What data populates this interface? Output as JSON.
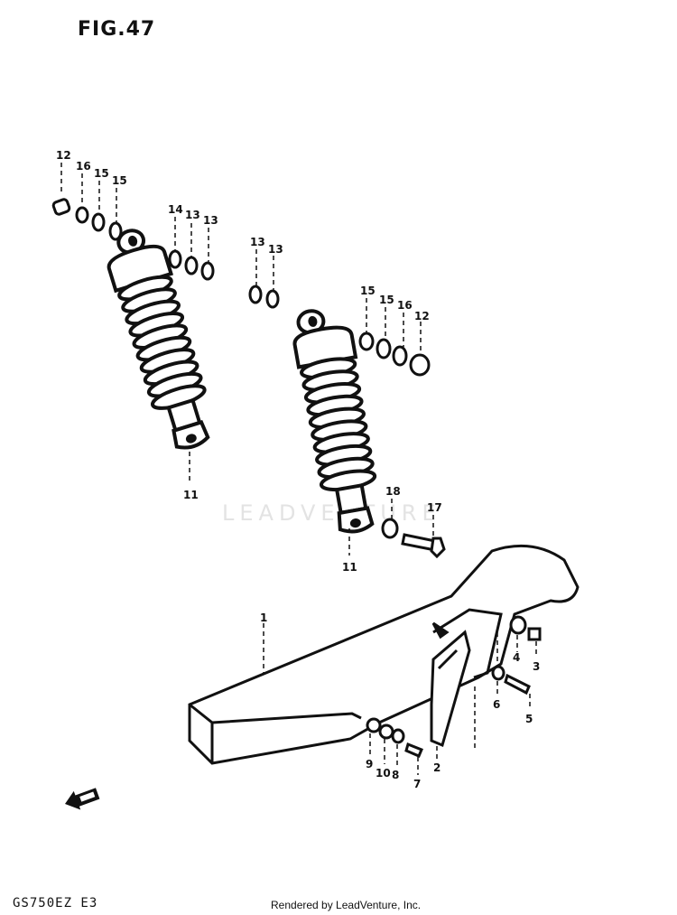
{
  "figure": {
    "title": "FIG.47"
  },
  "footer": {
    "model": "GS750EZ  E3",
    "credit": "Rendered by LeadVenture, Inc."
  },
  "watermark": "LEADVENTURE",
  "callouts": {
    "c12a": "12",
    "c16a": "16",
    "c15a": "15",
    "c15b": "15",
    "c14": "14",
    "c13a": "13",
    "c13b": "13",
    "c13c": "13",
    "c13d": "13",
    "c15c": "15",
    "c15d": "15",
    "c16b": "16",
    "c12b": "12",
    "c11a": "11",
    "c18": "18",
    "c17": "17",
    "c11b": "11",
    "c1": "1",
    "c4": "4",
    "c3": "3",
    "c6": "6",
    "c5": "5",
    "c2": "2",
    "c9": "9",
    "c10": "10",
    "c8": "8",
    "c7": "7"
  },
  "icons": {
    "front_arrow": "front-arrow-icon"
  }
}
